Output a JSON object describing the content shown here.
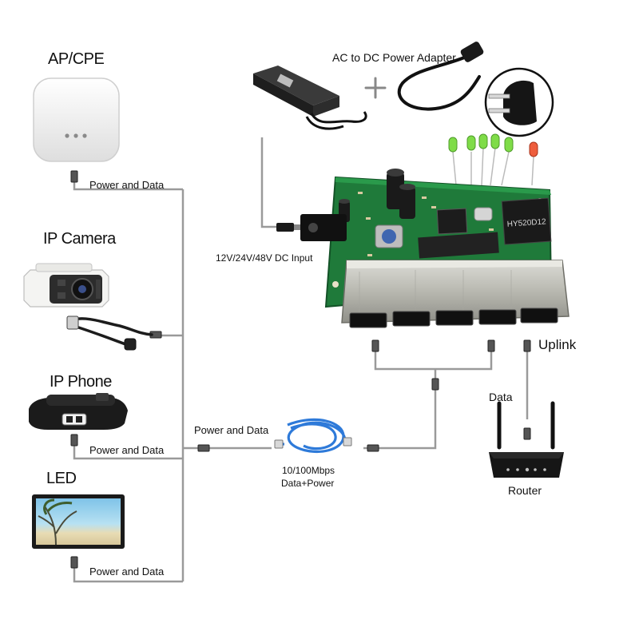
{
  "devices": {
    "ap_cpe": "AP/CPE",
    "ip_camera": "IP Camera",
    "ip_phone": "IP Phone",
    "led": "LED"
  },
  "links": {
    "power_data_ap": "Power and Data",
    "power_data_phone": "Power and Data",
    "power_data_led": "Power and Data",
    "power_data_center": "Power and Data"
  },
  "power": {
    "adapter_label": "AC to DC Power Adapter",
    "dc_input_label": "12V/24V/48V DC Input"
  },
  "cable": {
    "speed": "10/100Mbps",
    "payload": "Data+Power"
  },
  "network": {
    "uplink_label": "Uplink",
    "data_label": "Data",
    "router_label": "Router"
  },
  "chip": {
    "marking": "HY520D12"
  },
  "colors": {
    "pcb": "#1f7a3a",
    "line": "#9a9a9a",
    "led_green": "#7fdc48",
    "led_red": "#ee5d3c",
    "cable_blue": "#2e7ad9"
  }
}
